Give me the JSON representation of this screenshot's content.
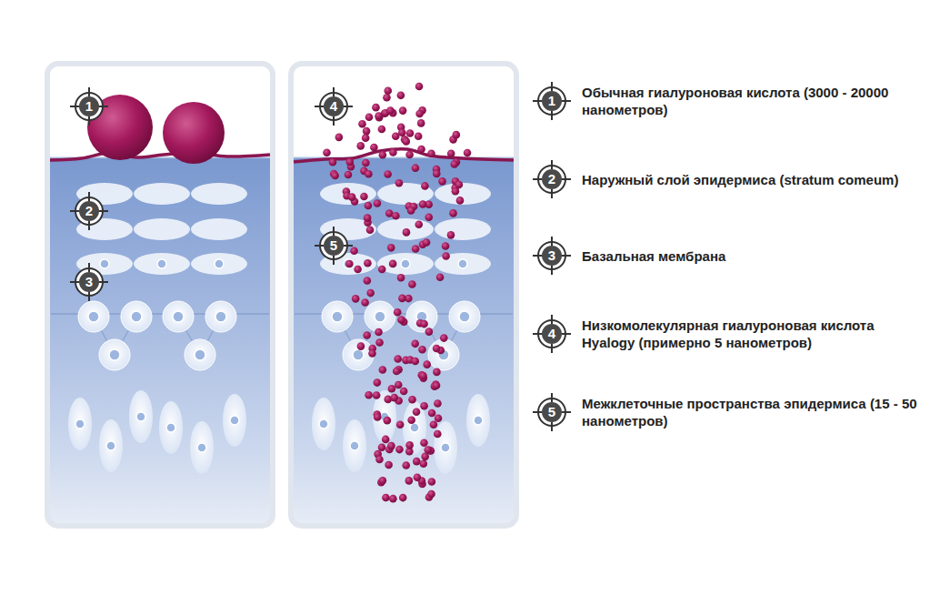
{
  "diagram": {
    "labels": [
      "1",
      "2",
      "3",
      "4",
      "5",
      "1",
      "2",
      "3",
      "4",
      "5"
    ],
    "legend": [
      {
        "text": "Обычная гиалуроновая кислота (3000 - 20000 нанометров)"
      },
      {
        "text": "Наружный слой эпидермиса (stratum comeum)"
      },
      {
        "text": "Базальная мембрана"
      },
      {
        "text": "Низкомолекулярная гиалуроновая кислота Hyalogy (примерно 5 нанометров)"
      },
      {
        "text": "Межклеточные пространства эпидермиса (15 - 50 нанометров)"
      }
    ]
  }
}
